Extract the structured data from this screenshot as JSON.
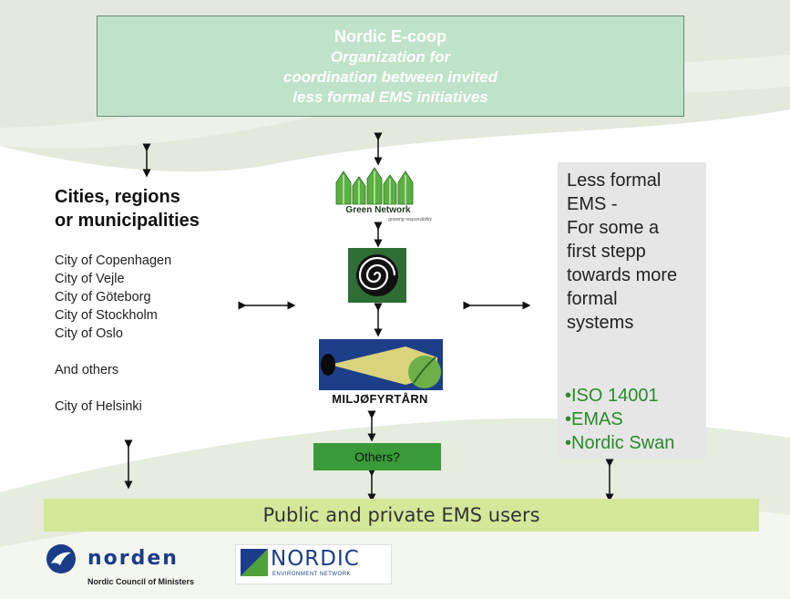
{
  "top_box": {
    "title": "Nordic E-coop",
    "lines": [
      "Organization for",
      "coordination between invited",
      "less formal EMS initiatives"
    ]
  },
  "cities": {
    "heading_line1": "Cities, regions",
    "heading_line2": "or municipalities",
    "items": [
      "City of Copenhagen",
      "City of Vejle",
      "City of Göteborg",
      "City of Stockholm",
      "City of Oslo"
    ],
    "others": "And others",
    "extra": "City of Helsinki"
  },
  "right_panel": {
    "lines": [
      "Less formal",
      "EMS -",
      "For some a",
      "first stepp",
      "towards more",
      "formal",
      "systems"
    ],
    "standards": [
      "•ISO 14001",
      "•EMAS",
      "•Nordic Swan"
    ]
  },
  "center": {
    "green_network": "Green Network",
    "green_network_tagline": "growing responsibility",
    "miljofyrtarn": "MILJØFYRTÅRN",
    "others_label": "Others?"
  },
  "bottom_bar": {
    "label": "Public and private EMS users"
  },
  "footer": {
    "norden": "norden",
    "ncm": "Nordic Council of Ministers",
    "nen_word": "NORDIC",
    "nen_sub": "ENVIRONMENT NETWORK"
  },
  "colors": {
    "top_box": "#bfe3c8",
    "bottom_bar": "#d4e89a",
    "others_box": "#3a9a3a",
    "standards": "#2a8a2a",
    "norden_blue": "#1a3d8a"
  }
}
